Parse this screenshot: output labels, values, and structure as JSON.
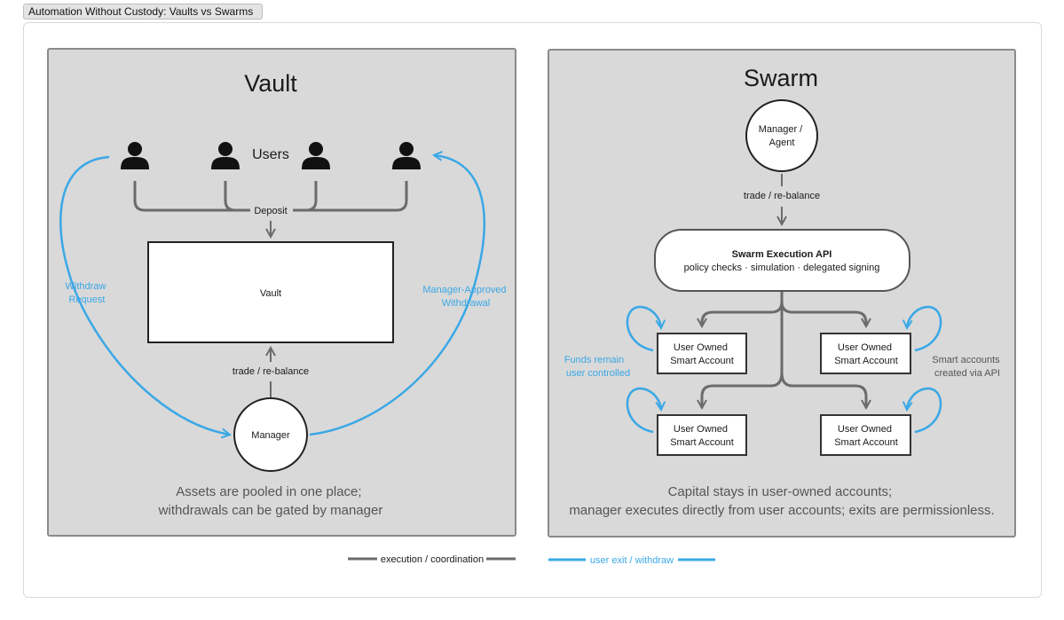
{
  "tab_title": "Automation Without Custody: Vaults vs Swarms",
  "colors": {
    "panel": "#d9d9d9",
    "panel_border": "#8a8a8a",
    "execution": "#6b6b6b",
    "user_exit": "#3aa8e6",
    "text": "#1a1a1a"
  },
  "vault": {
    "title": "Vault",
    "users_label": "Users",
    "deposit_label": "Deposit",
    "vault_box_label": "Vault",
    "trade_label": "trade / re-balance",
    "manager_label": "Manager",
    "withdraw_request": [
      "Withdraw",
      "Request"
    ],
    "manager_approved": [
      "Manager-Approved",
      "Withdrawal"
    ],
    "caption": [
      "Assets are pooled in one place;",
      "withdrawals can be gated by manager"
    ]
  },
  "swarm": {
    "title": "Swarm",
    "manager_agent": [
      "Manager /",
      "Agent"
    ],
    "trade_label": "trade / re-balance",
    "api_title": "Swarm Execution API",
    "api_subtitle": "policy checks · simulation · delegated signing",
    "account_label": [
      "User Owned",
      "Smart Account"
    ],
    "funds_note": [
      "Funds remain",
      "user controlled"
    ],
    "accounts_note": [
      "Smart accounts",
      "created via API"
    ],
    "caption": [
      "Capital stays in user-owned accounts;",
      "manager executes directly from user accounts; exits are permissionless."
    ]
  },
  "legend": {
    "execution": "execution / coordination",
    "user_exit": "user exit / withdraw"
  }
}
